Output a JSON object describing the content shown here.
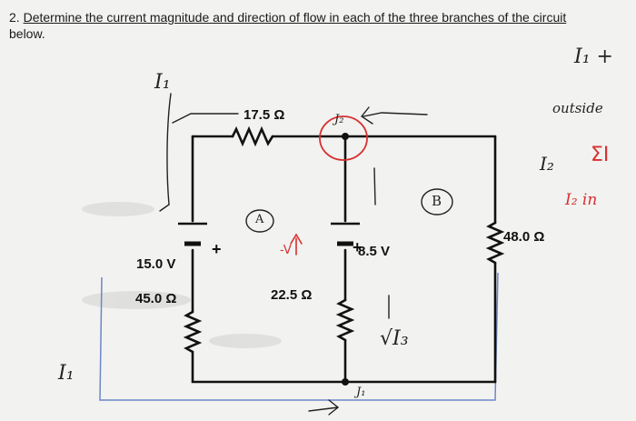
{
  "question": {
    "prefix": "2. ",
    "text_underlined": "Determine the current magnitude and direction of flow in each of the three branches of the circuit",
    "text_end": "below."
  },
  "components": {
    "r_top": "17.5 Ω",
    "emf_left": "15.0 V",
    "r_left": "45.0 Ω",
    "r_mid": "22.5 Ω",
    "emf_mid": "8.5 V",
    "r_right": "48.0 Ω",
    "plus": "+"
  },
  "handwriting": {
    "i1_top_right": "I₁ +",
    "outside": "outside",
    "i2": "I₂",
    "sum": "ΣI",
    "i2_in": "I₂ in",
    "i1_top_left": "I₁",
    "i1_bottom_left": "I₁",
    "j_top": "J₂",
    "j_bottom": "J₁",
    "loop_a": "A",
    "loop_b": "B",
    "v_i3": "√I₃",
    "dash_v": "-V"
  }
}
